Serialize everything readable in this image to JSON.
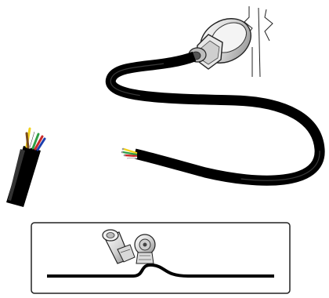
{
  "colors": {
    "cable": "#111111",
    "cable_highlight": "#555555",
    "outline": "#222222",
    "background": "#ffffff",
    "conductors": [
      "#f2d21b",
      "#2f9e44",
      "#ffffff",
      "#c92a2a",
      "#1c3fae",
      "#7a4a1d"
    ]
  },
  "parts": {
    "connector": "cable-gland-connector",
    "cable": "multi-conductor-cable",
    "inset": "cable-detail-inset"
  }
}
